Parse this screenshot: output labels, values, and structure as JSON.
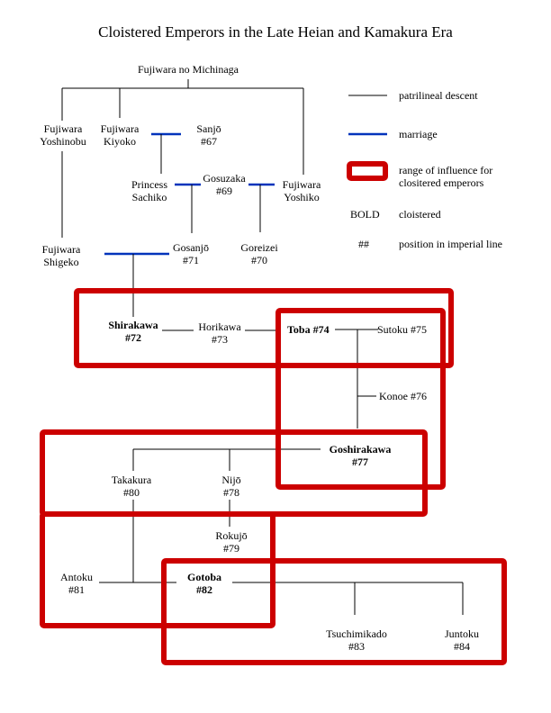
{
  "title": "Cloistered Emperors in the Late Heian and Kamakura Era",
  "colors": {
    "descent": "#000000",
    "marriage": "#0033bb",
    "influence": "#cc0000",
    "background": "#ffffff"
  },
  "legend": {
    "descent": "patrilineal descent",
    "marriage": "marriage",
    "influence_line1": "range of influence for",
    "influence_line2": "clositered emperors",
    "bold_key": "BOLD",
    "bold_desc": "cloistered",
    "number_key": "##",
    "number_desc": "position in imperial line"
  },
  "people": {
    "michinaga": {
      "name": "Fujiwara no Michinaga"
    },
    "yoshinobu": {
      "line1": "Fujiwara",
      "line2": "Yoshinobu"
    },
    "kiyoko": {
      "line1": "Fujiwara",
      "line2": "Kiyoko"
    },
    "sanjo": {
      "line1": "Sanjō",
      "line2": "#67"
    },
    "sachiko": {
      "line1": "Princess",
      "line2": "Sachiko"
    },
    "gosuzaka": {
      "line1": "Gosuzaka",
      "line2": "#69"
    },
    "yoshiko": {
      "line1": "Fujiwara",
      "line2": "Yoshiko"
    },
    "shigeko": {
      "line1": "Fujiwara",
      "line2": "Shigeko"
    },
    "gosanjo": {
      "line1": "Gosanjō",
      "line2": "#71"
    },
    "goreizei": {
      "line1": "Goreizei",
      "line2": "#70"
    },
    "shirakawa": {
      "line1": "Shirakawa",
      "line2": "#72",
      "cloistered": true
    },
    "horikawa": {
      "line1": "Horikawa",
      "line2": "#73"
    },
    "toba": {
      "name": "Toba #74",
      "cloistered": true
    },
    "sutoku": {
      "name": "Sutoku #75"
    },
    "konoe": {
      "name": "Konoe #76"
    },
    "goshirakawa": {
      "line1": "Goshirakawa",
      "line2": "#77",
      "cloistered": true
    },
    "takakura": {
      "line1": "Takakura",
      "line2": "#80"
    },
    "nijo": {
      "line1": "Nijō",
      "line2": "#78"
    },
    "rokujo": {
      "line1": "Rokujō",
      "line2": "#79"
    },
    "antoku": {
      "line1": "Antoku",
      "line2": "#81"
    },
    "gotoba": {
      "line1": "Gotoba",
      "line2": "#82",
      "cloistered": true
    },
    "tsuchimikado": {
      "line1": "Tsuchimikado",
      "line2": "#83"
    },
    "juntoku": {
      "line1": "Juntoku",
      "line2": "#84"
    }
  },
  "influence_ranges": [
    {
      "emperor": "Shirakawa"
    },
    {
      "emperor": "Toba"
    },
    {
      "emperor": "Goshirakawa"
    },
    {
      "emperor": "Gotoba"
    }
  ]
}
